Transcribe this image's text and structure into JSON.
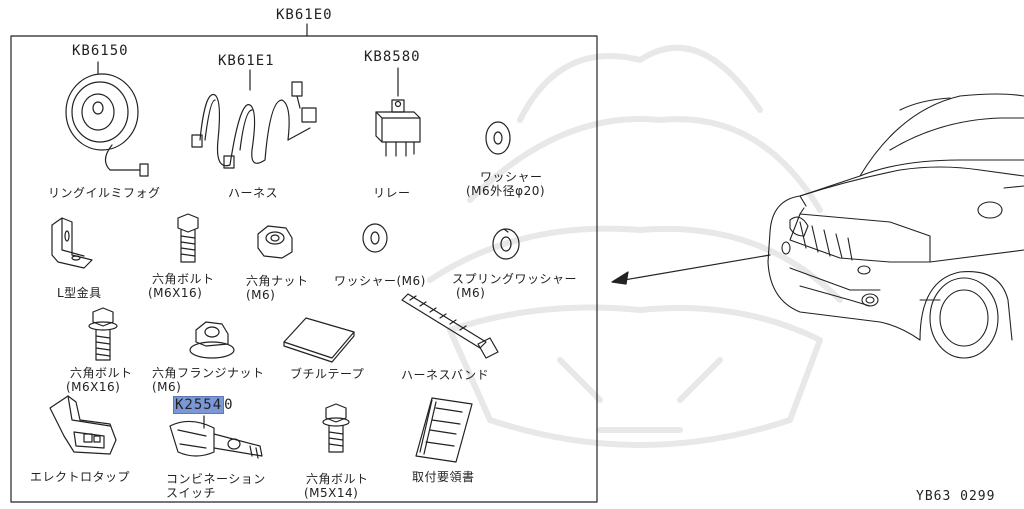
{
  "assembly": {
    "code": "KB61E0"
  },
  "parts": [
    {
      "code": "KB6150",
      "name": "リングイルミフォグ"
    },
    {
      "code": "KB61E1",
      "name": "ハーネス"
    },
    {
      "code": "KB8580",
      "name": "リレー"
    },
    {
      "name": "ワッシャー",
      "spec": "(M6外径φ20)"
    },
    {
      "name": "L型金具"
    },
    {
      "name": "六角ボルト",
      "spec": "(M6X16)"
    },
    {
      "name": "六角ナット",
      "spec": "(M6)"
    },
    {
      "name": "ワッシャー(M6)"
    },
    {
      "name": "スプリングワッシャー",
      "spec": "(M6)"
    },
    {
      "name": "六角ボルト",
      "spec": "(M6X16)"
    },
    {
      "name": "六角フランジナット",
      "spec": "(M6)"
    },
    {
      "name": "ブチルテープ"
    },
    {
      "name": "ハーネスバンド"
    },
    {
      "name": "エレクトロタップ"
    },
    {
      "code": "K25540",
      "code_highlight": "K2554",
      "code_rest": "0",
      "name": "コンビネーション",
      "name2": "スイッチ"
    },
    {
      "name": "六角ボルト",
      "spec": "(M5X14)"
    },
    {
      "name": "取付要領書"
    }
  ],
  "figure_id": "YB63 0299",
  "colors": {
    "highlight": "#7b97d6",
    "line": "#222222"
  }
}
